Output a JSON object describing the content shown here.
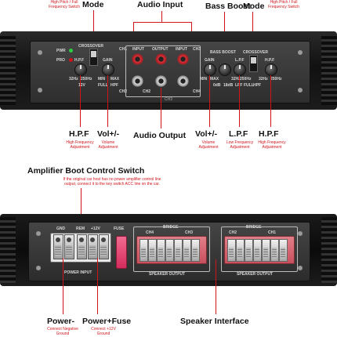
{
  "top_panel": {
    "callouts_top": {
      "mode_left": "Mode",
      "mode_left_sub": [
        "High Pitch / Full",
        "Frequency Switch"
      ],
      "audio_input": "Audio Input",
      "bass_boost": "Bass Boost",
      "mode_right": "Mode",
      "mode_right_sub": [
        "High Pitch / Full",
        "Frequency Switch"
      ]
    },
    "panel_labels": {
      "pwr": "PWR",
      "pro": "PRO",
      "crossover": "CROSSOVER",
      "hpf": "H.P.F",
      "hz32": "32Hz",
      "hz250": "250Hz",
      "v12": "12V",
      "gain": "GAIN",
      "min": "MIN",
      "max": "MAX",
      "full": "FULL",
      "hpf_small": "HPF",
      "ch1": "CH1",
      "ch2": "CH2",
      "ch3": "CH3",
      "ch4": "CH4",
      "input": "INPUT",
      "output": "OUTPUT",
      "gain2": "GAIN",
      "bass_boost": "BASS BOOST",
      "crossover2": "CROSSOVER",
      "lpf": "L.P.F",
      "hpf2": "H.P.F",
      "min2": "MIN",
      "max2": "MAX",
      "db0": "0dB",
      "db18": "18dB",
      "hz32b": "32Hz",
      "hz250b": "250Hz",
      "lpf_small": "LPF",
      "full2": "FULL",
      "hpf_small2": "HPF",
      "hz32c": "32Hz",
      "hz250c": "250Hz",
      "ch_bottom": "CH3"
    },
    "callouts_bottom": {
      "hpf": "H.P.F",
      "hpf_sub": [
        "High Frequency",
        "Adjustment"
      ],
      "vol": "Vol+/-",
      "vol_sub": [
        "Volume",
        "Adjustment"
      ],
      "audio_output": "Audio Output",
      "vol2": "Vol+/-",
      "vol2_sub": [
        "Volume",
        "Adjustment"
      ],
      "lpf": "L.P.F",
      "lpf_sub": [
        "Low Frequency",
        "Adjustment"
      ],
      "hpf2": "H.P.F",
      "hpf2_sub": [
        "High Frequency",
        "Adjustment"
      ]
    }
  },
  "middle": {
    "title": "Amplifier Boot Control Switch",
    "note": [
      "If the original car host has no power amplifier control line",
      "output, connect it to the key switch ACC line on the car."
    ]
  },
  "bottom_panel": {
    "labels": {
      "gnd": "GND",
      "rem": "REM",
      "v12": "+12V",
      "fuse": "FUSE",
      "power_input": "POWER INPUT",
      "ch4": "CH4",
      "bridge": "BRIDGE",
      "ch3": "CH3",
      "ch2": "CH2",
      "bridge2": "BRIDGE",
      "ch1": "CH1",
      "speaker_output": "SPEAKER OUTPUT",
      "speaker_output2": "SPEAKER OUTPUT"
    },
    "callouts": {
      "power_minus": "Power-",
      "power_minus_sub": [
        "Connect Negative",
        "Ground"
      ],
      "power_fuse": "Power+Fuse",
      "power_fuse_sub": [
        "Connect +12V",
        "Ground"
      ],
      "speaker_interface": "Speaker Interface"
    }
  },
  "colors": {
    "accent": "#d0141c",
    "chassis": "#1f1f1f",
    "panel": "#3a3a3a"
  }
}
